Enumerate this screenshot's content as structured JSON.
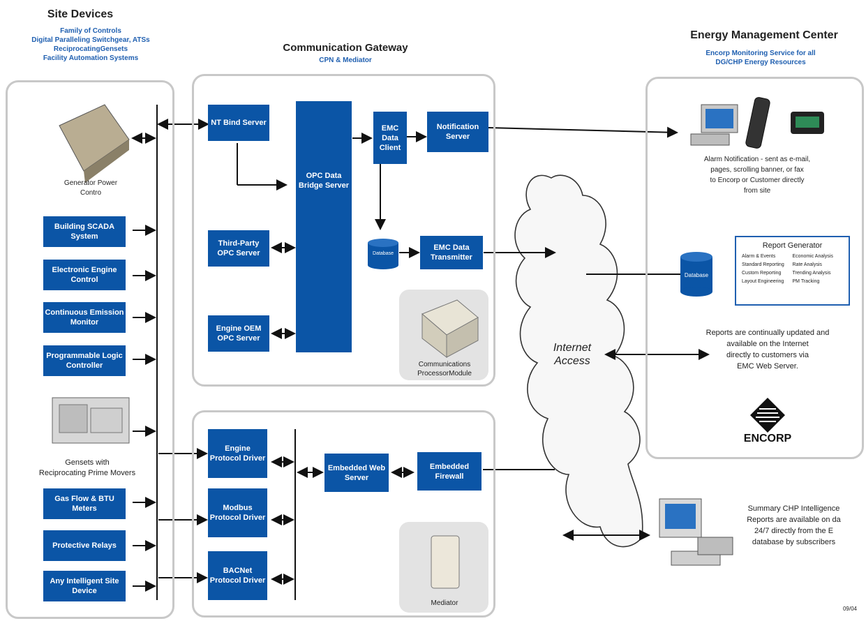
{
  "site_devices": {
    "title": "Site Devices",
    "subtitle_lines": [
      "Family of Controls",
      "Digital Paralleling Switchgear, ATSs",
      "ReciprocatingGensets",
      "Facility Automation Systems"
    ],
    "generator_label_lines": [
      "Generator Power",
      "Contro"
    ],
    "boxes": [
      "Building SCADA System",
      "Electronic Engine Control",
      "Continuous Emission Monitor",
      "Programmable Logic Controller"
    ],
    "gensets_label_lines": [
      "Gensets with",
      "Reciprocating Prime Movers"
    ],
    "lower_boxes": [
      "Gas Flow & BTU Meters",
      "Protective Relays",
      "Any Intelligent Site Device"
    ]
  },
  "gateway": {
    "title": "Communication Gateway",
    "subtitle": "CPN & Mediator",
    "nt_bind": "NT Bind Server",
    "third_party_opc": "Third-Party OPC Server",
    "engine_oem_opc": "Engine OEM OPC Server",
    "opc_bridge": "OPC Data Bridge Server",
    "emc_client": "EMC Data Client",
    "notification": "Notification Server",
    "database_small": "Database",
    "emc_transmitter": "EMC Data Transmitter",
    "cpm_label_lines": [
      "Communications",
      "ProcessorModule"
    ],
    "engine_protocol": "Engine Protocol Driver",
    "modbus_protocol": "Modbus Protocol Driver",
    "bacnet_protocol": "BACNet Protocol Driver",
    "embedded_web": "Embedded Web Server",
    "embedded_firewall": "Embedded Firewall",
    "mediator_label": "Mediator"
  },
  "internet": {
    "label_lines": [
      "Internet",
      "Access"
    ]
  },
  "emc": {
    "title": "Energy Management Center",
    "subtitle_lines": [
      "Encorp Monitoring Service for all",
      "DG/CHP Energy Resources"
    ],
    "alarm_lines": [
      "Alarm Notification - sent as e-mail,",
      "pages, scrolling banner, or fax",
      "to Encorp or Customer directly",
      "from site"
    ],
    "database_label": "Database",
    "report_title": "Report Generator",
    "report_items": [
      "Alarm & Events",
      "Economic Analysis",
      "Standard Reporting",
      "Rate Analysis",
      "Custom Reporting",
      "Trending Analysis",
      "Layout Engineering",
      "PM Tracking"
    ],
    "reports_lines": [
      "Reports are continually updated and",
      "available on the Internet",
      "directly to customers via",
      "EMC Web Server."
    ],
    "logo": "ENCORP"
  },
  "summary_lines": [
    "Summary CHP Intelligence",
    "Reports are available on da",
    "24/7 directly from the E",
    "database by subscribers"
  ],
  "date_code": "09/04",
  "colors": {
    "box_blue": "#0b55a6",
    "subtitle_blue": "#1f5fb0",
    "panel_border": "#c8c8c8"
  }
}
